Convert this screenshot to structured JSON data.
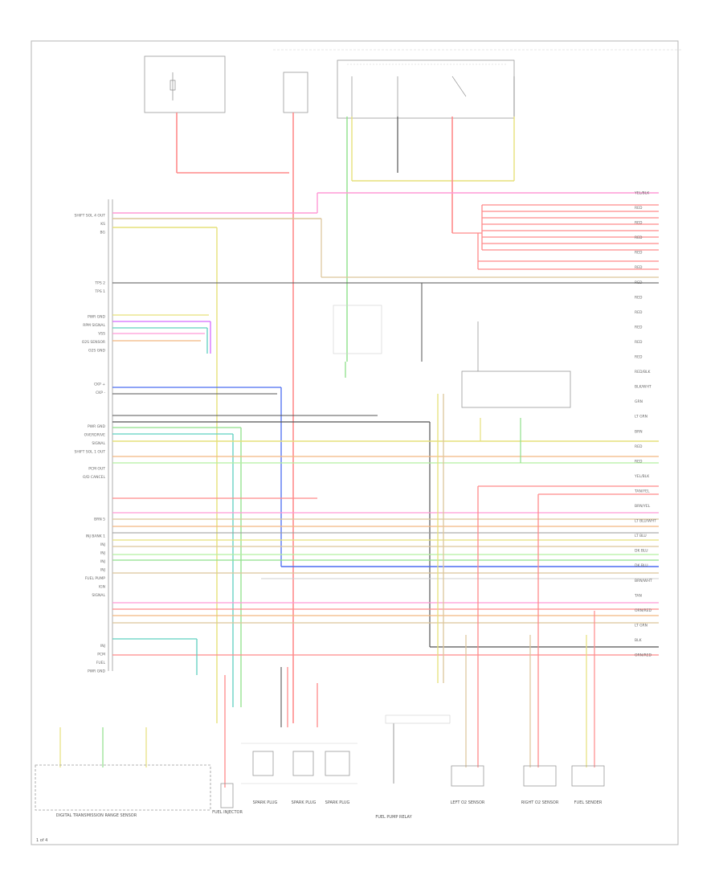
{
  "diagram": {
    "colors": {
      "red": "#ff8a8a",
      "pink": "#ff9ad6",
      "yellow": "#e6e07a",
      "tan": "#dcc59a",
      "green": "#8fe08a",
      "light_green": "#b3f0a0",
      "blue": "#4b6cf0",
      "black": "#555555",
      "gray": "#9a9a9a",
      "violet": "#d56bff",
      "teal": "#5fd0c0",
      "orange": "#f2b880"
    },
    "left_pin_labels": [
      "SHIFT SOL 4 OUT",
      "KS",
      "BG",
      "",
      "",
      "",
      "",
      "",
      "TPS 2",
      "TPS 1",
      "",
      "",
      "PWR GND",
      "RPM SIGNAL",
      "VSS",
      "O2S SENSOR",
      "O2S GND",
      "",
      "",
      "",
      "CKP +",
      "CKP -",
      "",
      "",
      "",
      "PWR GND",
      "OVERDRIVE",
      "SIGNAL",
      "SHIFT SOL 1 OUT",
      "",
      "PCM OUT",
      "O/D CANCEL",
      "",
      "",
      "",
      "",
      "BRN 5",
      "",
      "INJ BANK 1",
      "INJ",
      "INJ",
      "INJ",
      "INJ",
      "FUEL PUMP",
      "IGN",
      "SIGNAL",
      "",
      "",
      "",
      "",
      "",
      "INJ",
      "PCM",
      "FUEL",
      "PWR GND"
    ],
    "right_pin_labels": [
      "YEL/BLK",
      "RED",
      "RED",
      "RED",
      "RED",
      "RED",
      "RED",
      "RED",
      "RED",
      "RED",
      "RED",
      "RED",
      "RED/BLK",
      "BLK/WHT",
      "GRN",
      "LT GRN",
      "BRN",
      "RED",
      "RED",
      "YEL/BLK",
      "TAN/YEL",
      "BRN/YEL",
      "LT BLU/WHT",
      "LT BLU",
      "DK BLU",
      "DK BLU",
      "BRN/WHT",
      "TAN",
      "ORN/RED",
      "LT GRN",
      "BLK",
      "ORN/RED"
    ],
    "bottom_labels": [
      "DIGITAL TRANSMISSION RANGE SENSOR",
      "FUEL INJECTOR",
      "SPARK PLUG",
      "SPARK PLUG",
      "SPARK PLUG",
      "FUEL PUMP RELAY",
      "LEFT O2 SENSOR",
      "RIGHT O2 SENSOR",
      "FUEL SENDER"
    ],
    "page_number": "1 of 4"
  }
}
